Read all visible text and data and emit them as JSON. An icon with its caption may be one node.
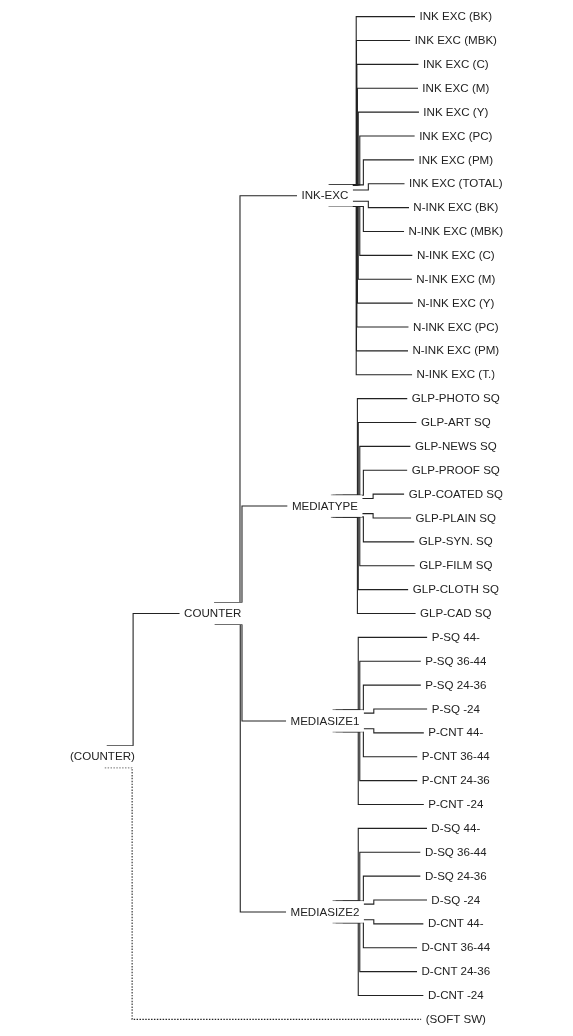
{
  "diagram": {
    "nodes": [
      {
        "text": [
          "(COUNTER)"
        ]
      },
      {
        "text": [
          "COUNTER"
        ]
      },
      {
        "text": [
          "INK-EXC"
        ]
      },
      {
        "text": [
          "INK EXC (BK)"
        ]
      },
      {
        "text": [
          "INK EXC (MBK)"
        ]
      },
      {
        "text": [
          "INK EXC (C)"
        ]
      },
      {
        "text": [
          "INK EXC (M)"
        ]
      },
      {
        "text": [
          "INK EXC (Y)"
        ]
      },
      {
        "text": [
          "INK EXC (PC)"
        ]
      },
      {
        "text": [
          "INK EXC (PM)"
        ]
      },
      {
        "text": [
          "INK EXC (TOTAL)"
        ]
      },
      {
        "text": [
          "N-INK EXC (BK)"
        ]
      },
      {
        "text": [
          "N-INK EXC (MBK)"
        ]
      },
      {
        "text": [
          "N-INK EXC (C)"
        ]
      },
      {
        "text": [
          "N-INK EXC (M)"
        ]
      },
      {
        "text": [
          "N-INK EXC (Y)"
        ]
      },
      {
        "text": [
          "N-INK EXC (PC)"
        ]
      },
      {
        "text": [
          "N-INK EXC (PM)"
        ]
      },
      {
        "text": [
          "N-INK EXC (T.)"
        ]
      },
      {
        "text": [
          "MEDIATYPE"
        ]
      },
      {
        "text": [
          "GLP-PHOTO SQ"
        ]
      },
      {
        "text": [
          "GLP-ART SQ"
        ]
      },
      {
        "text": [
          "GLP-NEWS SQ"
        ]
      },
      {
        "text": [
          "GLP-PROOF SQ"
        ]
      },
      {
        "text": [
          "GLP-COATED SQ"
        ]
      },
      {
        "text": [
          "GLP-PLAIN SQ"
        ]
      },
      {
        "text": [
          "GLP-SYN. SQ"
        ]
      },
      {
        "text": [
          "GLP-FILM SQ"
        ]
      },
      {
        "text": [
          "GLP-CLOTH SQ"
        ]
      },
      {
        "text": [
          "GLP-CAD SQ"
        ]
      },
      {
        "text": [
          "MEDIASIZE1"
        ]
      },
      {
        "text": [
          "P-SQ 44-"
        ]
      },
      {
        "text": [
          "P-SQ 36-44"
        ]
      },
      {
        "text": [
          "P-SQ 24-36"
        ]
      },
      {
        "text": [
          "P-SQ -24"
        ]
      },
      {
        "text": [
          "P-CNT 44-"
        ]
      },
      {
        "text": [
          "P-CNT 36-44"
        ]
      },
      {
        "text": [
          "P-CNT 24-36"
        ]
      },
      {
        "text": [
          "P-CNT -24"
        ]
      },
      {
        "text": [
          "MEDIASIZE2"
        ]
      },
      {
        "text": [
          "D-SQ 44-"
        ]
      },
      {
        "text": [
          "D-SQ 36-44"
        ]
      },
      {
        "text": [
          "D-SQ 24-36"
        ]
      },
      {
        "text": [
          "D-SQ -24"
        ]
      },
      {
        "text": [
          "D-CNT 44-"
        ]
      },
      {
        "text": [
          "D-CNT 36-44"
        ]
      },
      {
        "text": [
          "D-CNT 24-36"
        ]
      },
      {
        "text": [
          "D-CNT -24"
        ]
      },
      {
        "text": [
          "(SOFT SW)"
        ]
      }
    ],
    "edges": [
      {
        "from": 0,
        "to": 1,
        "arrow": "none"
      },
      {
        "from": 1,
        "to": 2,
        "arrow": "none"
      },
      {
        "from": 2,
        "to": 3,
        "arrow": "none"
      },
      {
        "from": 2,
        "to": 4,
        "arrow": "none"
      },
      {
        "from": 2,
        "to": 5,
        "arrow": "none"
      },
      {
        "from": 2,
        "to": 6,
        "arrow": "none"
      },
      {
        "from": 2,
        "to": 7,
        "arrow": "none"
      },
      {
        "from": 2,
        "to": 8,
        "arrow": "none"
      },
      {
        "from": 2,
        "to": 9,
        "arrow": "none"
      },
      {
        "from": 2,
        "to": 10,
        "arrow": "none"
      },
      {
        "from": 2,
        "to": 11,
        "arrow": "none"
      },
      {
        "from": 2,
        "to": 12,
        "arrow": "none"
      },
      {
        "from": 2,
        "to": 13,
        "arrow": "none"
      },
      {
        "from": 2,
        "to": 14,
        "arrow": "none"
      },
      {
        "from": 2,
        "to": 15,
        "arrow": "none"
      },
      {
        "from": 2,
        "to": 16,
        "arrow": "none"
      },
      {
        "from": 2,
        "to": 17,
        "arrow": "none"
      },
      {
        "from": 2,
        "to": 18,
        "arrow": "none"
      },
      {
        "from": 1,
        "to": 19,
        "arrow": "none"
      },
      {
        "from": 19,
        "to": 20,
        "arrow": "none"
      },
      {
        "from": 19,
        "to": 21,
        "arrow": "none"
      },
      {
        "from": 19,
        "to": 22,
        "arrow": "none"
      },
      {
        "from": 19,
        "to": 23,
        "arrow": "none"
      },
      {
        "from": 19,
        "to": 24,
        "arrow": "none"
      },
      {
        "from": 19,
        "to": 25,
        "arrow": "none"
      },
      {
        "from": 19,
        "to": 26,
        "arrow": "none"
      },
      {
        "from": 19,
        "to": 27,
        "arrow": "none"
      },
      {
        "from": 19,
        "to": 28,
        "arrow": "none"
      },
      {
        "from": 19,
        "to": 29,
        "arrow": "none"
      },
      {
        "from": 1,
        "to": 30,
        "arrow": "none"
      },
      {
        "from": 30,
        "to": 31,
        "arrow": "none"
      },
      {
        "from": 30,
        "to": 32,
        "arrow": "none"
      },
      {
        "from": 30,
        "to": 33,
        "arrow": "none"
      },
      {
        "from": 30,
        "to": 34,
        "arrow": "none"
      },
      {
        "from": 30,
        "to": 35,
        "arrow": "none"
      },
      {
        "from": 30,
        "to": 36,
        "arrow": "none"
      },
      {
        "from": 30,
        "to": 37,
        "arrow": "none"
      },
      {
        "from": 30,
        "to": 38,
        "arrow": "none"
      },
      {
        "from": 1,
        "to": 39,
        "arrow": "none"
      },
      {
        "from": 39,
        "to": 40,
        "arrow": "none"
      },
      {
        "from": 39,
        "to": 41,
        "arrow": "none"
      },
      {
        "from": 39,
        "to": 42,
        "arrow": "none"
      },
      {
        "from": 39,
        "to": 43,
        "arrow": "none"
      },
      {
        "from": 39,
        "to": 44,
        "arrow": "none"
      },
      {
        "from": 39,
        "to": 45,
        "arrow": "none"
      },
      {
        "from": 39,
        "to": 46,
        "arrow": "none"
      },
      {
        "from": 39,
        "to": 47,
        "arrow": "none"
      },
      {
        "from": 0,
        "to": 48,
        "arrow": "none",
        "style": "dashed"
      }
    ]
  }
}
